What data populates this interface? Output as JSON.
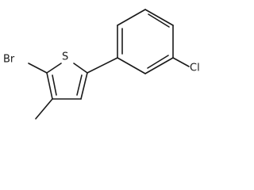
{
  "molecule": {
    "atoms": {
      "br": {
        "label": "Br"
      },
      "s": {
        "label": "S"
      },
      "cl": {
        "label": "Cl"
      }
    },
    "colors": {
      "bond": "#1a1a1a",
      "label": "#1a1a1a",
      "background": "#ffffff"
    }
  }
}
